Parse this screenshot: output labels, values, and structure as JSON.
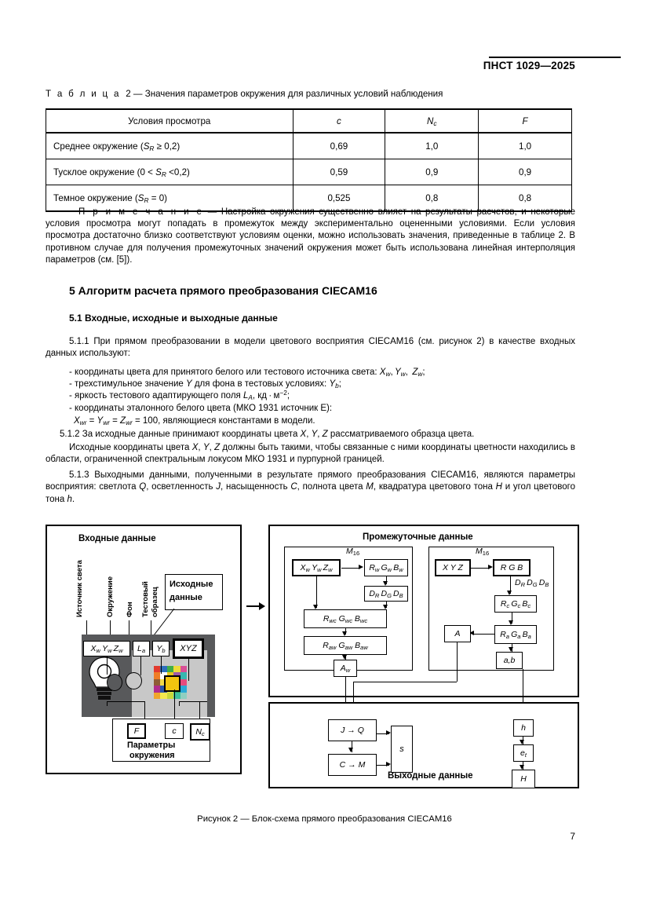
{
  "header": {
    "standard_number": "ПНСТ 1029—2025"
  },
  "table": {
    "caption_prefix": "Т а б л и ц а",
    "caption_num": "2",
    "caption_text": "— Значения параметров окружения для различных условий наблюдения",
    "columns": [
      "Условия просмотра",
      "c",
      "Nc",
      "F"
    ],
    "rows": [
      {
        "condition_pre": "Среднее окружение (",
        "condition_sym": "S",
        "condition_sub": "R",
        "condition_post": " ≥ 0,2)",
        "c": "0,69",
        "nc": "1,0",
        "f": "1,0"
      },
      {
        "condition_pre": "Тусклое окружение (0 < ",
        "condition_sym": "S",
        "condition_sub": "R",
        "condition_post": " <0,2)",
        "c": "0,59",
        "nc": "0,9",
        "f": "0,9"
      },
      {
        "condition_pre": "Темное окружение (",
        "condition_sym": "S",
        "condition_sub": "R",
        "condition_post": " = 0)",
        "c": "0,525",
        "nc": "0,8",
        "f": "0,8"
      }
    ]
  },
  "note": {
    "label": "П р и м е ч а н и е",
    "text": " — Настройка окружения существенно влияет на результаты расчетов, и некоторые условия просмотра могут попадать в промежуток между экспериментально оцененными условиями. Если условия просмотра достаточно близко соответствуют условиям оценки, можно использовать значения, приведенные в таблице 2. В противном случае для получения промежуточных значений окружения может быть использована линейная интерполяция параметров (см. [5])."
  },
  "sections": {
    "h2": "5  Алгоритм расчета прямого преобразования CIECAM16",
    "h3": "5.1  Входные, исходные и выходные данные",
    "p511": "5.1.1 При прямом преобразовании в модели цветового восприятия CIECAM16 (см. рисунок 2) в качестве входных данных используют:",
    "bullets": [
      "- координаты цвета для принятого белого или тестового источника света: Xw, Yw, Zw;",
      "- трехстимульное значение Y для фона в тестовых условиях: Yb;",
      "- яркость тестового адаптирующего поля LA, кд · м−2;",
      "- координаты эталонного белого цвета (МКО 1931 источник Е):",
      "Xwr = Ywr = Zwr = 100, являющиеся константами в модели."
    ],
    "p512": "5.1.2 За исходные данные принимают координаты цвета X, Y, Z рассматриваемого образца цвета.",
    "p512b": "Исходные координаты цвета X, Y, Z должны быть такими, чтобы связанные с ними координаты цветности находились в области, ограниченной спектральным локусом МКО 1931 и пурпурной границей.",
    "p513": "5.1.3 Выходными данными, полученными в результате прямого преобразования CIECAM16, являются параметры восприятия: светлота Q, осветленность J, насыщенность C, полнота цвета M, квадратура цветового тона H и угол цветового тона h."
  },
  "figure": {
    "caption": "Рисунок 2 — Блок-схема прямого преобразования CIECAM16",
    "panels": {
      "input_title": "Входные данные",
      "intermediate_title": "Промежуточные данные",
      "output_title": "Выходные данные"
    },
    "input_panel": {
      "vertical_labels": [
        "Источник света",
        "Окружение",
        "Фон",
        "Тестовый образец"
      ],
      "callout_line1": "Исходные",
      "callout_line2": "данные",
      "boxes": [
        "XwYwZw",
        "LA",
        "Yb",
        "XYZ"
      ],
      "surround_boxes": [
        "F",
        "c",
        "Nc"
      ],
      "surround_line1": "Параметры",
      "surround_line2": "окружения"
    },
    "intermediate_left": {
      "matrix_label": "M16",
      "nodes": [
        "XwYwZw",
        "RwGwBw",
        "DRDGDB",
        "RwcGwcBwc",
        "RawGawBaw",
        "Aw"
      ]
    },
    "intermediate_right": {
      "matrix_label": "M16",
      "nodes": [
        "XYZ",
        "RGB",
        "DRDGDB",
        "RcGcBc",
        "RaGaBa",
        "A",
        "a,b"
      ]
    },
    "output_panel": {
      "nodes": [
        "J → Q",
        "C → M",
        "s",
        "h",
        "et",
        "H"
      ]
    }
  },
  "page_number": "7"
}
